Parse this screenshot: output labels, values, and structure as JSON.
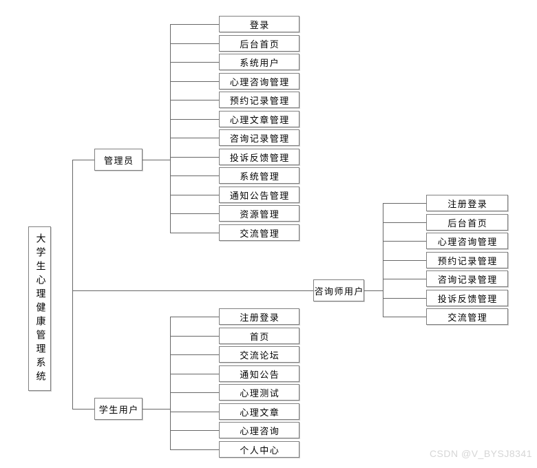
{
  "watermark": "CSDN @V_BYSJ8341",
  "colors": {
    "background": "#ffffff",
    "box_border": "#7f7f7f",
    "connector_line": "#666666",
    "text": "#000000",
    "watermark_text": "#d6d6d6"
  },
  "diagram": {
    "root_label": "大学生心理健康管理系统",
    "branches": [
      {
        "label": "管理员",
        "items": [
          "登录",
          "后台首页",
          "系统用户",
          "心理咨询管理",
          "预约记录管理",
          "心理文章管理",
          "咨询记录管理",
          "投诉反馈管理",
          "系统管理",
          "通知公告管理",
          "资源管理",
          "交流管理"
        ]
      },
      {
        "label": "咨询师用户",
        "items": [
          "注册登录",
          "后台首页",
          "心理咨询管理",
          "预约记录管理",
          "咨询记录管理",
          "投诉反馈管理",
          "交流管理"
        ]
      },
      {
        "label": "学生用户",
        "items": [
          "注册登录",
          "首页",
          "交流论坛",
          "通知公告",
          "心理测试",
          "心理文章",
          "心理咨询",
          "个人中心"
        ]
      }
    ]
  }
}
